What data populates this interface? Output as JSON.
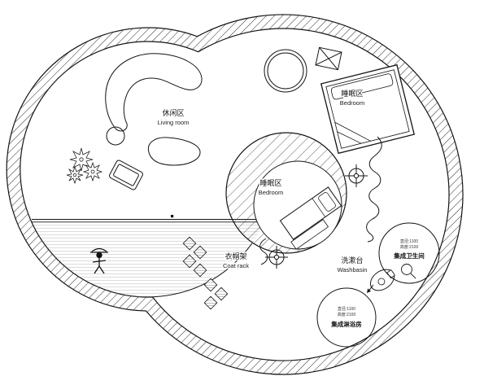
{
  "meta": {
    "drawing_type": "residential circular floor plan (CAD line drawing)",
    "background": "#ffffff",
    "line_color": "#141414",
    "stripe_color": "#777777"
  },
  "rooms": {
    "living_room": {
      "label_zh": "休闲区",
      "label_en": "Living room"
    },
    "bedroom_upper": {
      "label_zh": "睡眠区",
      "label_en": "Bedroom"
    },
    "bedroom_center": {
      "label_zh": "睡眠区",
      "label_en": "Bedroom"
    },
    "coat_rack": {
      "label_zh": "衣帽架",
      "label_en": "Coat rack"
    },
    "washbasin": {
      "label_zh": "洗漱台",
      "label_en": "Washbasin"
    },
    "bathroom_pod": {
      "spec_line1": "直径:1100",
      "spec_line2": "高度:2100",
      "label_zh": "集成卫生间"
    },
    "shower_pod": {
      "spec_line1": "直径:1100",
      "spec_line2": "高度:2100",
      "label_zh": "集成淋浴房"
    }
  },
  "icons": {
    "crosshair": "survey/column target symbol",
    "person": "human figure on deck",
    "plant": "potted plant",
    "arrow": "flow direction arrow",
    "x_box": "equipment box with X"
  }
}
